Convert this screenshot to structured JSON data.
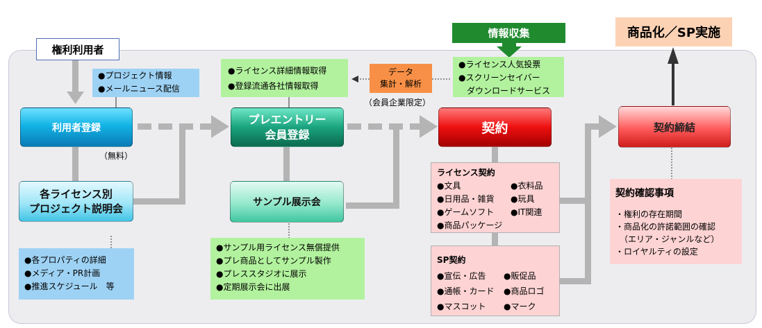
{
  "top": {
    "user_label": "権利利用者",
    "info_collection": "情報収集",
    "commercialization": "商品化／SP実施"
  },
  "notes": {
    "project_info": [
      "●プロジェクト情報",
      "●メールニュース配信"
    ],
    "license_info": [
      "●ライセンス詳細情報取得",
      "●登録流通各社情報取得"
    ],
    "data_analysis": "データ\n集計・解析",
    "member_limited": "（会員企業限定）",
    "popularity": [
      "●ライセンス人気投票",
      "●スクリーンセイバー",
      "　ダウンロードサービス"
    ],
    "free": "（無料）",
    "property_details": [
      "●各プロパティの詳細",
      "●メディア・PR計画",
      "●推進スケジュール　等"
    ],
    "sample_details": [
      "●サンプル用ライセンス無償提供",
      "●プレ商品としてサンプル製作",
      "●プレススタジオに展示",
      "●定期展示会に出展"
    ]
  },
  "boxes": {
    "user_registration": "利用者登録",
    "pre_entry": "プレエントリー\n会員登録",
    "contract": "契約",
    "contract_conclusion": "契約締結",
    "license_project": "各ライセンス別\nプロジェクト説明会",
    "sample_exhibition": "サンプル展示会"
  },
  "license_contract": {
    "title": "ライセンス契約",
    "items": [
      [
        "●文具",
        "●衣料品"
      ],
      [
        "●日用品・雑貨",
        "●玩具"
      ],
      [
        "●ゲームソフト",
        "●IT関連"
      ],
      [
        "●商品パッケージ",
        ""
      ]
    ]
  },
  "sp_contract": {
    "title": "SP契約",
    "items": [
      [
        "●宣伝・広告",
        "●販促品"
      ],
      [
        "●通帳・カード",
        "●商品ロゴ"
      ],
      [
        "●マスコット",
        "●マーク"
      ]
    ]
  },
  "confirmation": {
    "title": "契約確認事項",
    "items": [
      "・権利の存在期間",
      "・商品化の許諾範囲の確認",
      "　（エリア・ジャンルなど）",
      "・ロイヤルティの設定"
    ]
  },
  "colors": {
    "connector": "#b4b4b4",
    "blue_box": "#12b4e6",
    "green_box": "#1aa37e",
    "red_box": "#ee1010",
    "pink_box": "#ff5a5a",
    "orange_box": "#f79046",
    "commercialization_bg": "#fcd2b4"
  }
}
